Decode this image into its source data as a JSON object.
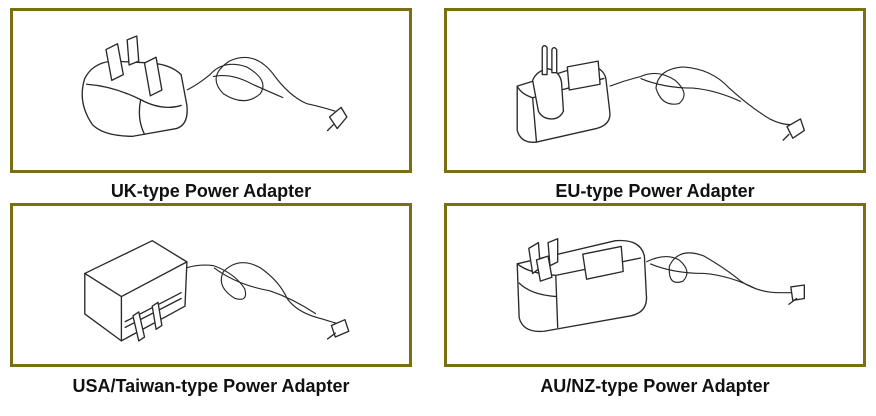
{
  "colors": {
    "panel_border": "#7a6f12",
    "caption_text": "#111111",
    "background": "#ffffff"
  },
  "adapters": [
    {
      "icon": "uk-plug-adapter-icon",
      "caption": "UK-type Power Adapter"
    },
    {
      "icon": "eu-plug-adapter-icon",
      "caption": "EU-type Power Adapter"
    },
    {
      "icon": "usa-plug-adapter-icon",
      "caption": "USA/Taiwan-type Power Adapter"
    },
    {
      "icon": "au-nz-plug-adapter-icon",
      "caption": "AU/NZ-type Power Adapter"
    }
  ]
}
